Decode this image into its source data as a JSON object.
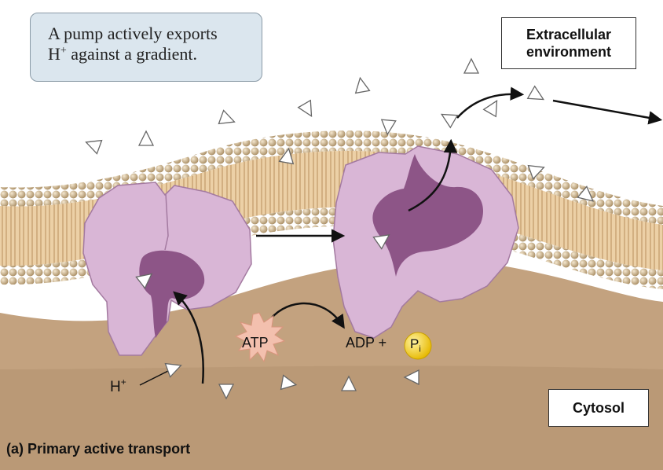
{
  "caption": {
    "line1": "A pump actively exports",
    "line2_prefix": "H",
    "line2_sup": "+",
    "line2_rest": " against a gradient."
  },
  "labels": {
    "extracellular_line1": "Extracellular",
    "extracellular_line2": "environment",
    "cytosol": "Cytosol",
    "h_ion": "H",
    "h_ion_sup": "+",
    "atp": "ATP",
    "adp": "ADP +",
    "pi": "P",
    "pi_sub": "i"
  },
  "panel_title": "(a) Primary active transport",
  "colors": {
    "caption_bg": "#dbe6ee",
    "cytosol": "#c3a27f",
    "membrane_tails": "#e9c99c",
    "phospholipid_head": "#b39a72",
    "protein": "#d9b6d6",
    "protein_pocket": "#8d5587",
    "atp_burst": "#f3c0ae",
    "phosphate": "#f4d21c"
  }
}
